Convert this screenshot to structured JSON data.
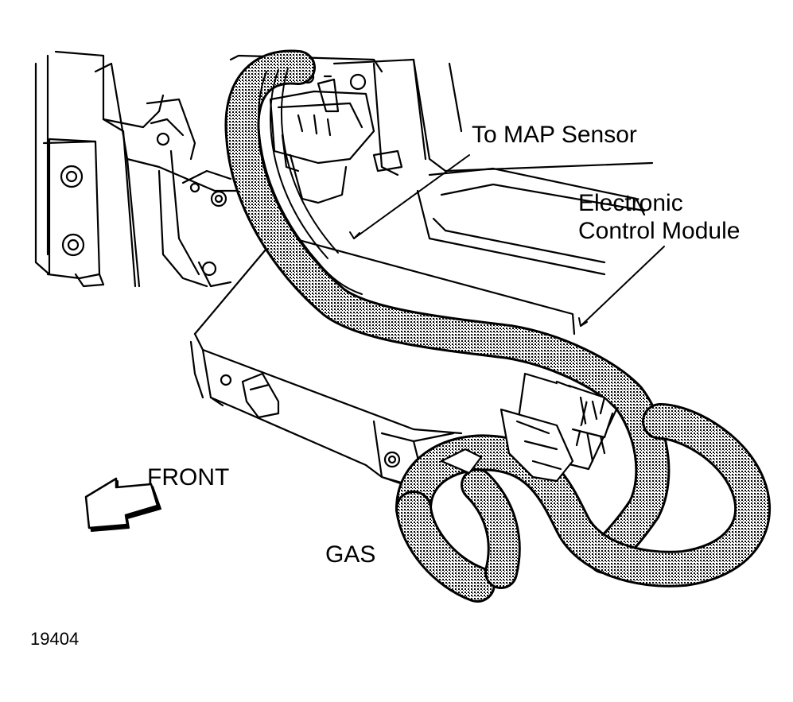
{
  "labels": {
    "map_sensor": "To MAP Sensor",
    "ecm_line1": "Electronic",
    "ecm_line2": "Control Module",
    "front": "FRONT",
    "gas": "GAS"
  },
  "figure_number": "19404",
  "colors": {
    "ink": "#000000",
    "paper": "#ffffff",
    "harness_fill": "#9a9a9a"
  }
}
